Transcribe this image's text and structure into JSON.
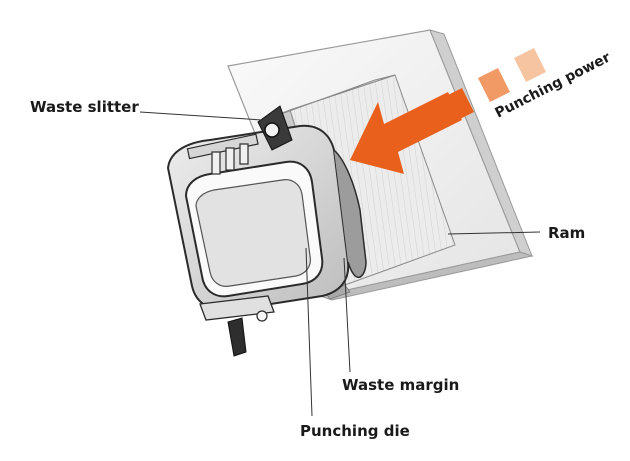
{
  "labels": {
    "waste_slitter": "Waste slitter",
    "punching_power": "Punching power",
    "ram": "Ram",
    "waste_margin": "Waste margin",
    "punching_die": "Punching die"
  },
  "colors": {
    "arrow": "#e8601c",
    "arrow_fade": "#f29a66",
    "arrow_fade_light": "#f7c4a2",
    "plate": "#f2f2f2",
    "block": "#e6e6e6",
    "die": "#d9d9d9",
    "outline": "#2b2b2b"
  }
}
